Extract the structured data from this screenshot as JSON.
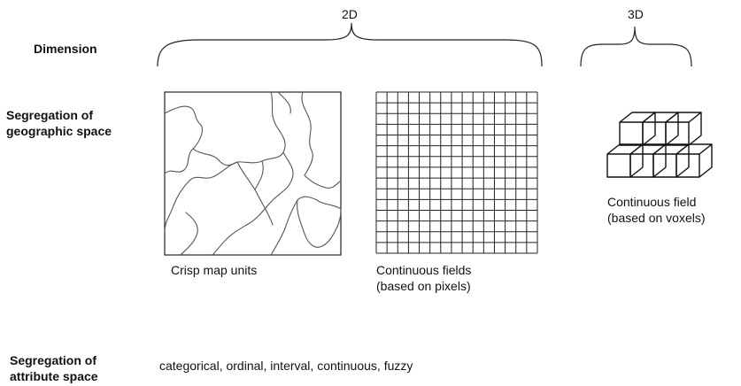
{
  "headers": {
    "left": "2D",
    "right": "3D"
  },
  "rows": {
    "dimension": "Dimension",
    "geographic_line1": "Segregation of",
    "geographic_line2": "geographic space",
    "attribute_line1": "Segregation of",
    "attribute_line2": "attribute space"
  },
  "captions": {
    "crisp": "Crisp map units",
    "fields_line1": "Continuous fields",
    "fields_line2": "(based on pixels)",
    "voxel_line1": "Continuous field",
    "voxel_line2": "(based on voxels)"
  },
  "attribute_types": "categorical, ordinal, interval, continuous, fuzzy",
  "colors": {
    "line": "#222222",
    "map_line": "#555555"
  }
}
